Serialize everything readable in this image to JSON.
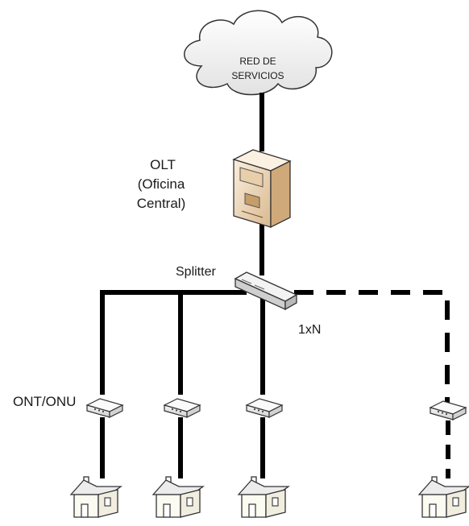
{
  "cloud": {
    "line1": "RED DE",
    "line2": "SERVICIOS",
    "icon": "cloud-icon"
  },
  "olt": {
    "line1": "OLT",
    "line2": "(Oficina",
    "line3": "Central)",
    "icon": "server-tower-icon"
  },
  "splitter": {
    "label": "Splitter",
    "ratio": "1xN",
    "icon": "splitter-icon"
  },
  "ont": {
    "label": "ONT/ONU",
    "icon": "ont-device-icon"
  },
  "home": {
    "icon": "house-icon"
  },
  "colors": {
    "line": "#000000",
    "cloud_fill": "#f2f2f2",
    "server_fill": "#f3dcc0",
    "device_fill": "#e9e9e9"
  }
}
